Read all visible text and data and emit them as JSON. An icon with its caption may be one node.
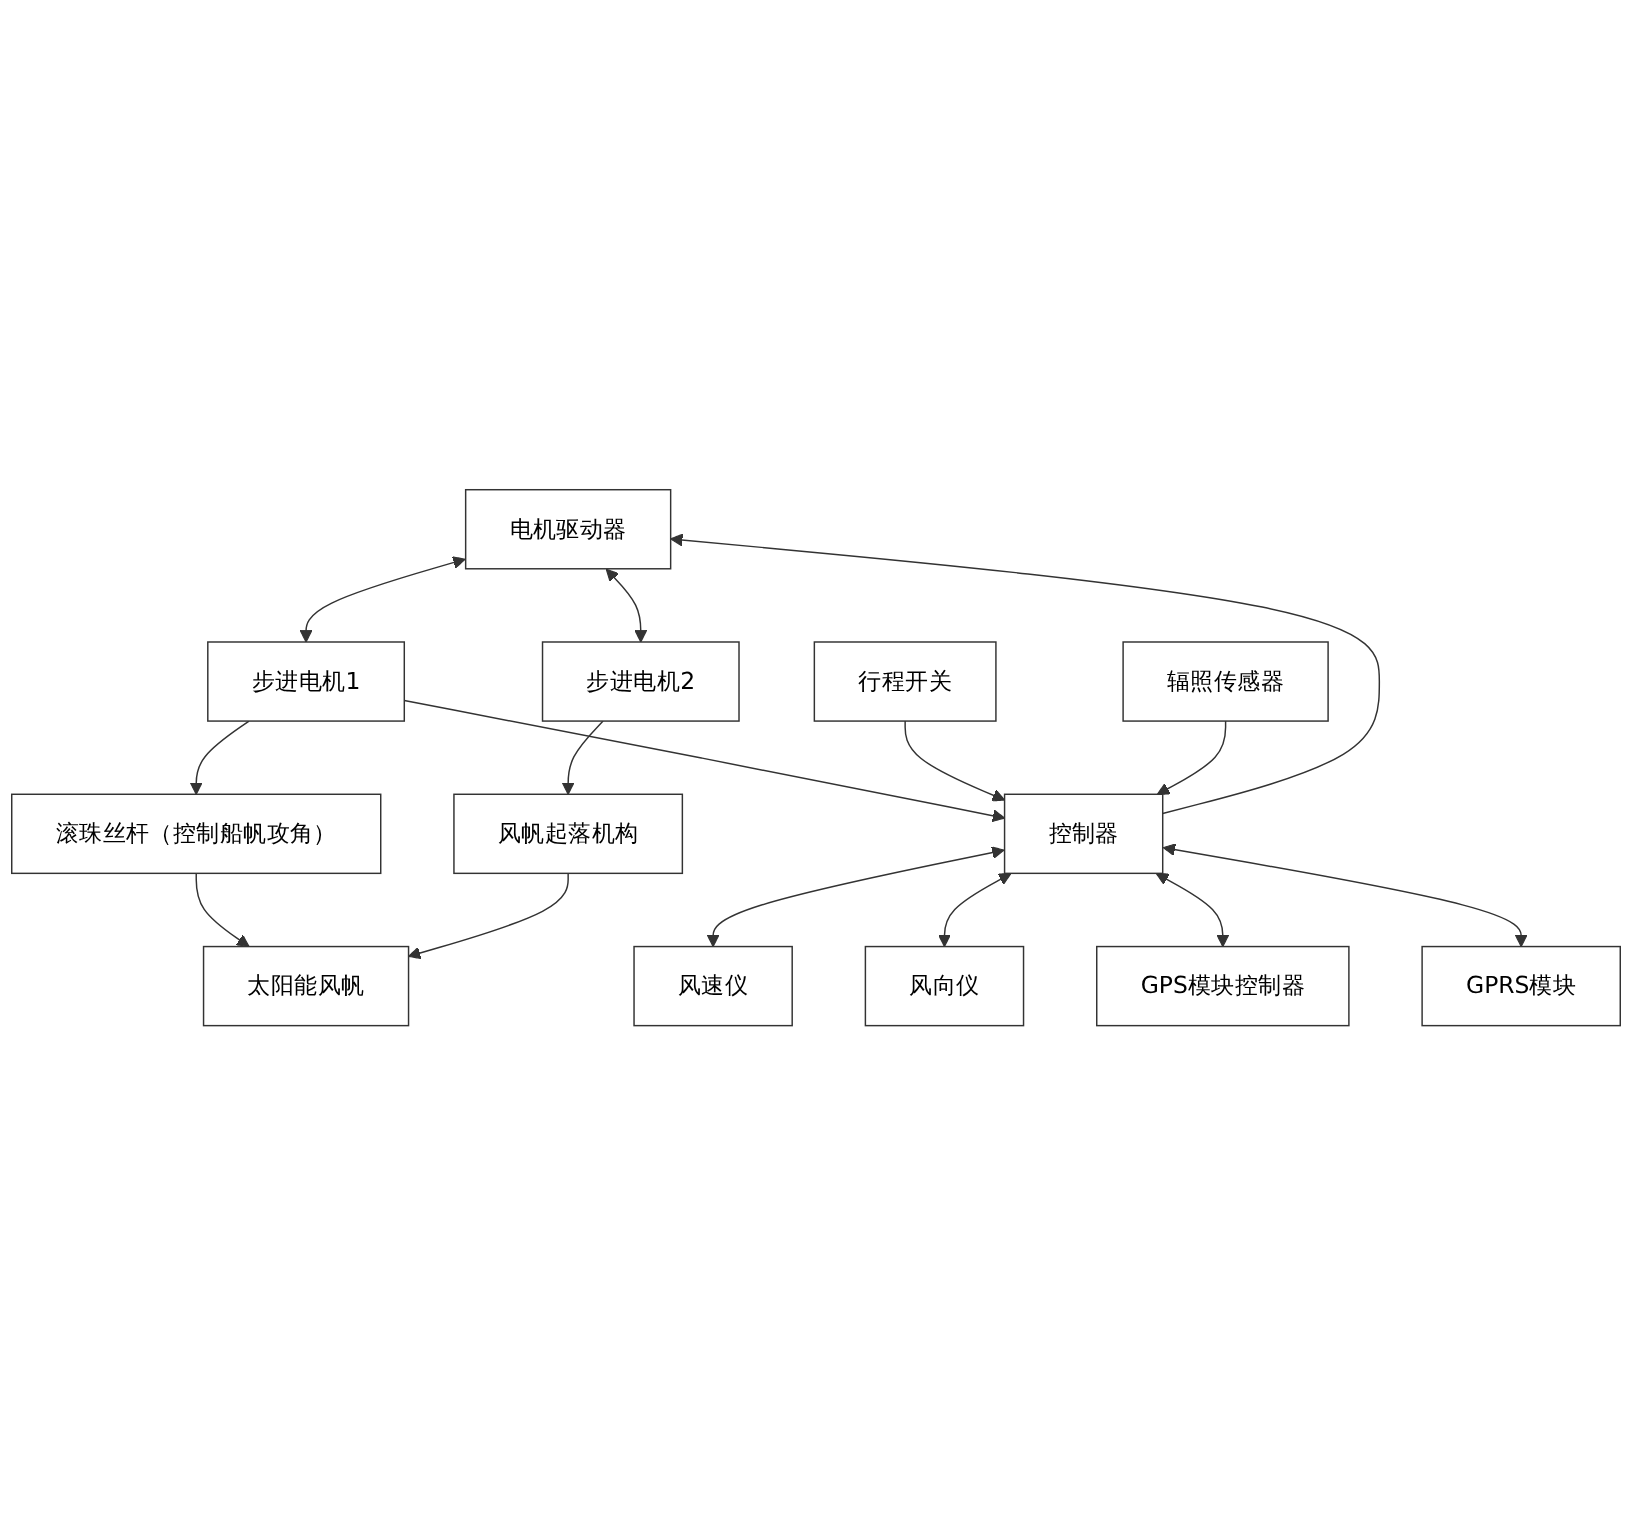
{
  "diagram": {
    "nodes": [
      {
        "text": [
          "太阳能风帆"
        ]
      },
      {
        "text": [
          "滚珠丝杆（控制船帆攻角）"
        ]
      },
      {
        "text": [
          "风帆起落机构"
        ]
      },
      {
        "text": [
          "电机驱动器"
        ]
      },
      {
        "text": [
          "步进电机1"
        ]
      },
      {
        "text": [
          "步进电机2"
        ]
      },
      {
        "text": [
          "行程开关"
        ]
      },
      {
        "text": [
          "控制器"
        ]
      },
      {
        "text": [
          "风速仪"
        ]
      },
      {
        "text": [
          "风向仪"
        ]
      },
      {
        "text": [
          "辐照传感器"
        ]
      },
      {
        "text": [
          "GPS模块控制器"
        ]
      },
      {
        "text": [
          "GPRS模块"
        ]
      }
    ],
    "edges": [
      {
        "from": 1,
        "to": 0,
        "arrow": "to"
      },
      {
        "from": 2,
        "to": 0,
        "arrow": "to"
      },
      {
        "from": 4,
        "to": 1,
        "arrow": "to"
      },
      {
        "from": 5,
        "to": 2,
        "arrow": "to"
      },
      {
        "from": 3,
        "to": 4,
        "arrow": "both"
      },
      {
        "from": 3,
        "to": 5,
        "arrow": "both"
      },
      {
        "from": 7,
        "to": 3,
        "arrow": "to"
      },
      {
        "from": 4,
        "to": 7,
        "arrow": "to"
      },
      {
        "from": 6,
        "to": 7,
        "arrow": "to"
      },
      {
        "from": 7,
        "to": 8,
        "arrow": "both"
      },
      {
        "from": 7,
        "to": 9,
        "arrow": "both"
      },
      {
        "from": 10,
        "to": 7,
        "arrow": "to"
      },
      {
        "from": 7,
        "to": 11,
        "arrow": "both"
      },
      {
        "from": 7,
        "to": 12,
        "arrow": "both"
      }
    ]
  }
}
